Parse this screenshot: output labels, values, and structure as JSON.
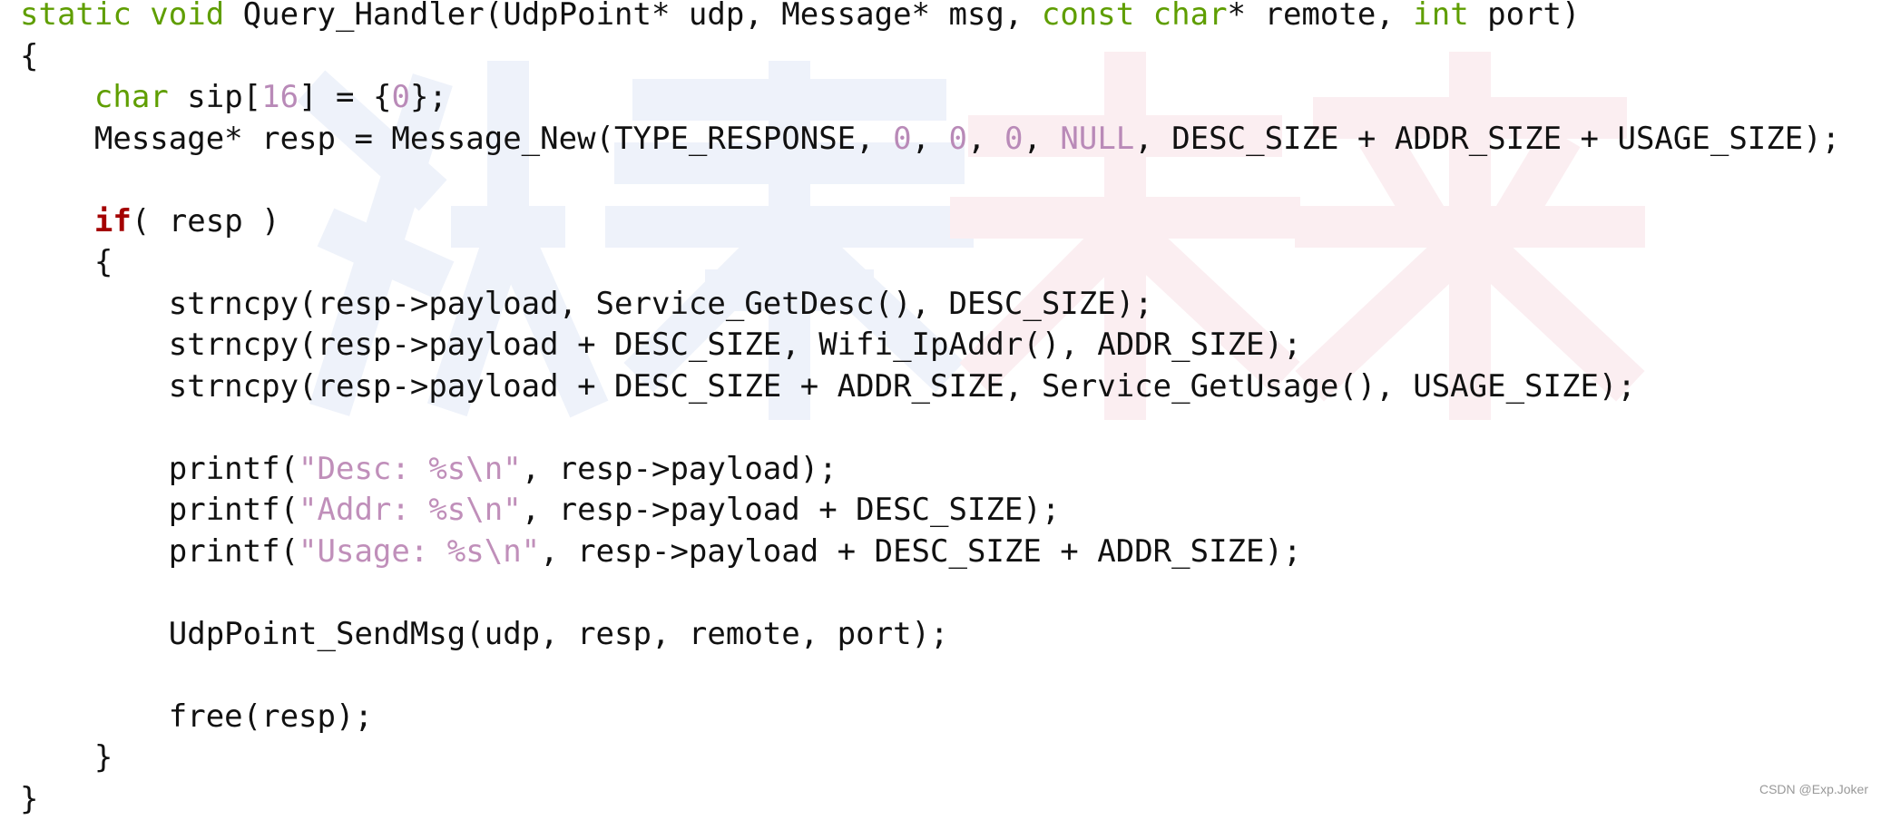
{
  "watermark": {
    "left": "狄泰",
    "right": "未来"
  },
  "colors": {
    "keyword": "#5f9e00",
    "control": "#a40000",
    "number": "#b98ab8",
    "string": "#c08fba",
    "text": "#111111"
  },
  "code_lines": [
    [
      [
        "kw",
        "static void"
      ],
      [
        "plain",
        " Query_Handler(UdpPoint* udp, Message* msg, "
      ],
      [
        "kw",
        "const char"
      ],
      [
        "plain",
        "* remote, "
      ],
      [
        "kw",
        "int"
      ],
      [
        "plain",
        " port)"
      ]
    ],
    [
      [
        "plain",
        "{"
      ]
    ],
    [
      [
        "plain",
        "    "
      ],
      [
        "kw",
        "char"
      ],
      [
        "plain",
        " sip["
      ],
      [
        "num",
        "16"
      ],
      [
        "plain",
        "] = {"
      ],
      [
        "num",
        "0"
      ],
      [
        "plain",
        "};"
      ]
    ],
    [
      [
        "plain",
        "    Message* resp = Message_New(TYPE_RESPONSE, "
      ],
      [
        "num",
        "0"
      ],
      [
        "plain",
        ", "
      ],
      [
        "num",
        "0"
      ],
      [
        "plain",
        ", "
      ],
      [
        "num",
        "0"
      ],
      [
        "plain",
        ", "
      ],
      [
        "num",
        "NULL"
      ],
      [
        "plain",
        ", DESC_SIZE + ADDR_SIZE + USAGE_SIZE);"
      ]
    ],
    [
      [
        "plain",
        ""
      ]
    ],
    [
      [
        "plain",
        "    "
      ],
      [
        "ctrl",
        "if"
      ],
      [
        "plain",
        "( resp )"
      ]
    ],
    [
      [
        "plain",
        "    {"
      ]
    ],
    [
      [
        "plain",
        "        strncpy(resp->payload, Service_GetDesc(), DESC_SIZE);"
      ]
    ],
    [
      [
        "plain",
        "        strncpy(resp->payload + DESC_SIZE, Wifi_IpAddr(), ADDR_SIZE);"
      ]
    ],
    [
      [
        "plain",
        "        strncpy(resp->payload + DESC_SIZE + ADDR_SIZE, Service_GetUsage(), USAGE_SIZE);"
      ]
    ],
    [
      [
        "plain",
        ""
      ]
    ],
    [
      [
        "plain",
        "        printf("
      ],
      [
        "str",
        "\"Desc: %s\\n\""
      ],
      [
        "plain",
        ", resp->payload);"
      ]
    ],
    [
      [
        "plain",
        "        printf("
      ],
      [
        "str",
        "\"Addr: %s\\n\""
      ],
      [
        "plain",
        ", resp->payload + DESC_SIZE);"
      ]
    ],
    [
      [
        "plain",
        "        printf("
      ],
      [
        "str",
        "\"Usage: %s\\n\""
      ],
      [
        "plain",
        ", resp->payload + DESC_SIZE + ADDR_SIZE);"
      ]
    ],
    [
      [
        "plain",
        ""
      ]
    ],
    [
      [
        "plain",
        "        UdpPoint_SendMsg(udp, resp, remote, port);"
      ]
    ],
    [
      [
        "plain",
        ""
      ]
    ],
    [
      [
        "plain",
        "        free(resp);"
      ]
    ],
    [
      [
        "plain",
        "    }"
      ]
    ],
    [
      [
        "plain",
        "}"
      ]
    ]
  ],
  "credit": "CSDN @Exp.Joker"
}
